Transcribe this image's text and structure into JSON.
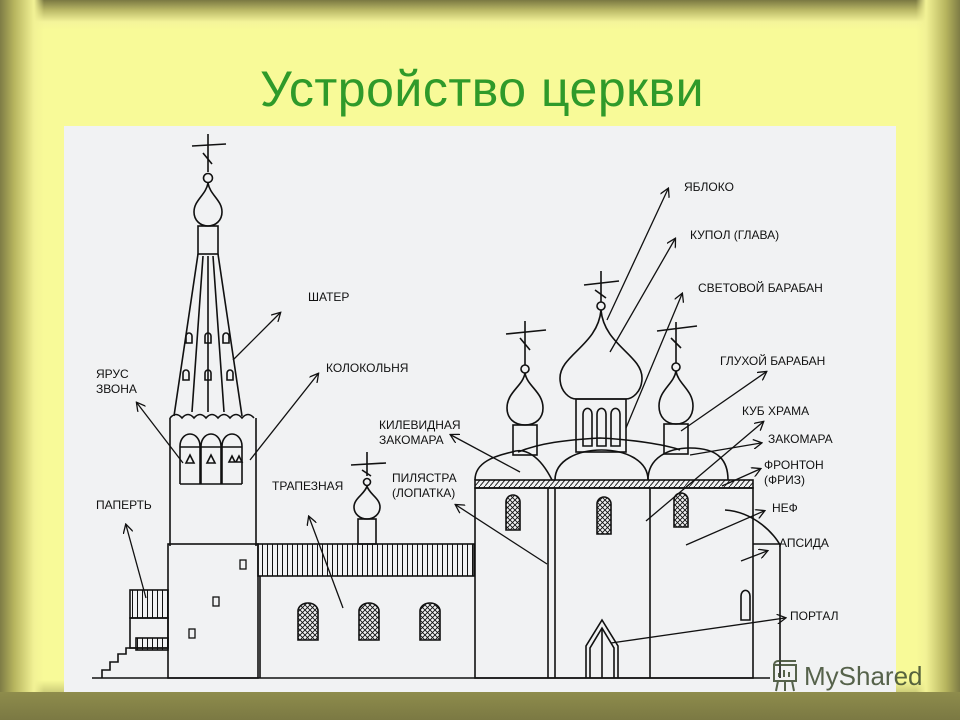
{
  "slide": {
    "title": "Устройство церкви",
    "colors": {
      "background": "#f8fa98",
      "frame_dark": "#7e7c45",
      "title": "#2f9a2a",
      "panel": "#f1f2f3",
      "ink": "#111111"
    }
  },
  "diagram": {
    "subject": "church-elevation",
    "labels": {
      "yabloko": "ЯБЛОКО",
      "kupol": "КУПОЛ (ГЛАВА)",
      "svetovoy_baraban": "СВЕТОВОЙ БАРАБАН",
      "shater": "ШАТЕР",
      "kolokolnya": "КОЛОКОЛЬНЯ",
      "glukhoy_baraban": "ГЛУХОЙ БАРАБАН",
      "yarus_zvona_1": "ЯРУС",
      "yarus_zvona_2": "ЗВОНА",
      "kub_khrama": "КУБ ХРАМА",
      "kilevidnaya_1": "КИЛЕВИДНАЯ",
      "kilevidnaya_2": "ЗАКОМАРА",
      "zakomara": "ЗАКОМАРА",
      "pilyastra_1": "ПИЛЯСТРА",
      "pilyastra_2": "(ЛОПАТКА)",
      "fronton_1": "ФРОНТОН",
      "fronton_2": "(ФРИЗ)",
      "trapeznaya": "ТРАПЕЗНАЯ",
      "papert": "ПАПЕРТЬ",
      "nef": "НЕФ",
      "apsida": "АПСИДА",
      "portal": "ПОРТАЛ"
    }
  },
  "watermark": {
    "text": "MyShared",
    "icon": "presentation-board-icon"
  }
}
